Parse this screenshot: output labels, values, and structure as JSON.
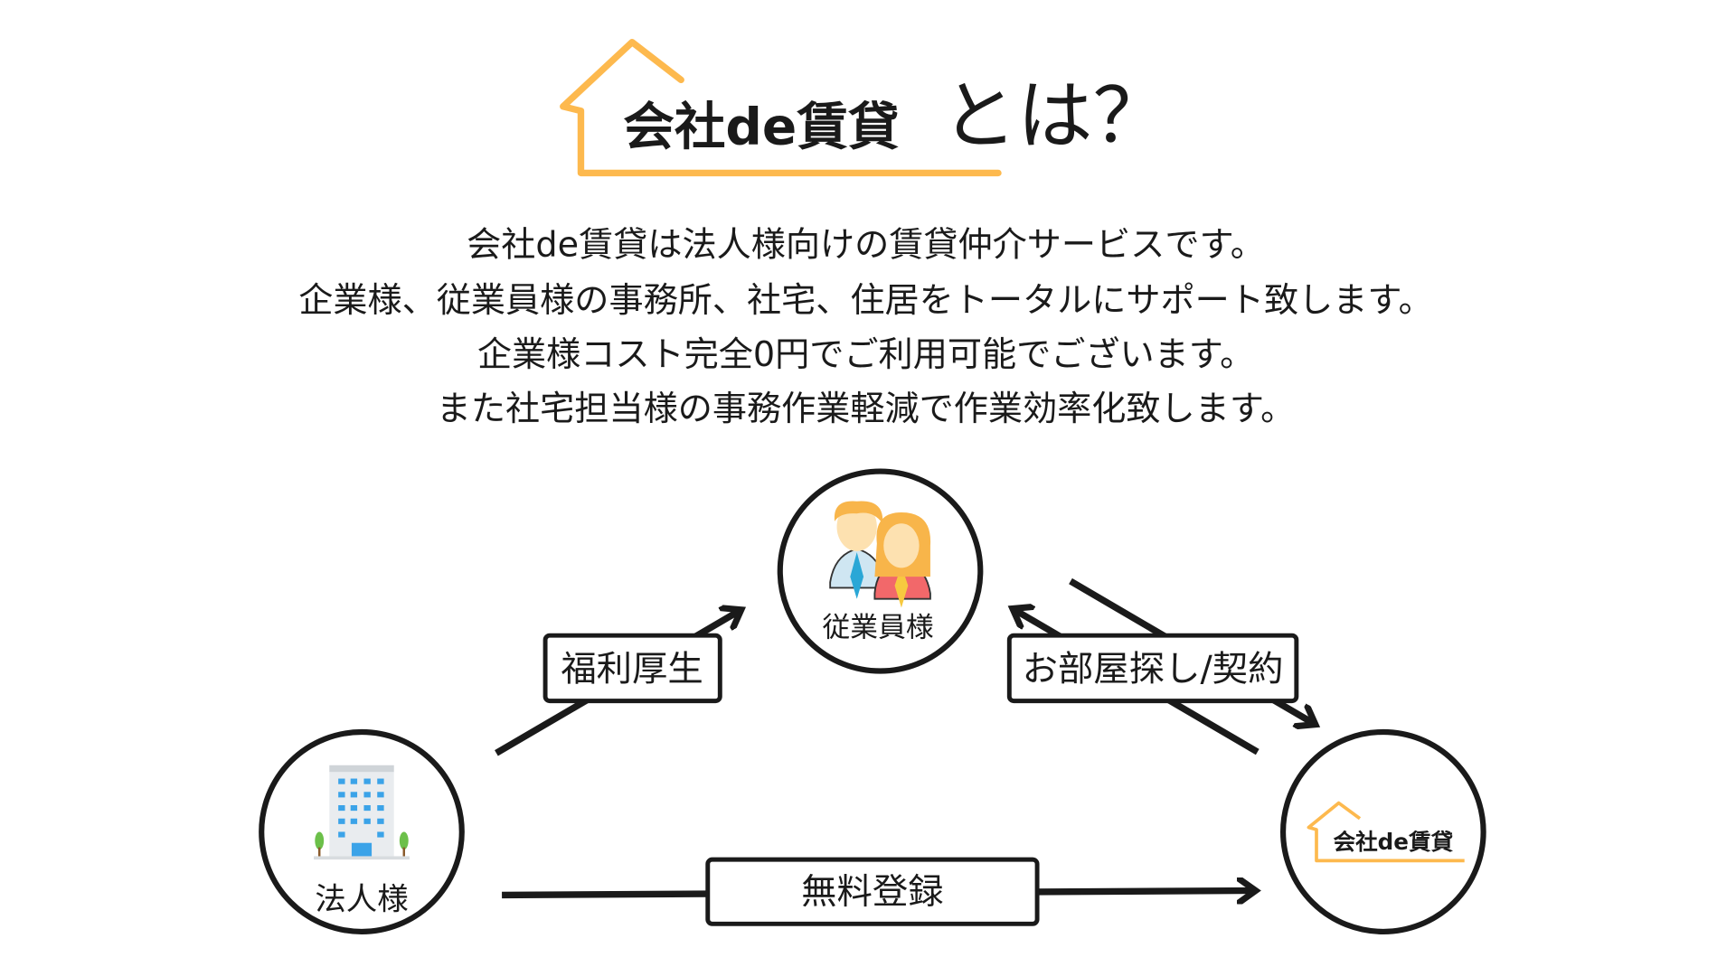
{
  "header": {
    "logo_text": "会社de賃貸",
    "title_suffix": "とは？"
  },
  "intro": {
    "lines": [
      "会社de賃貸は法人様向けの賃貸仲介サービスです。",
      "企業様、従業員様の事務所、社宅、住居をトータルにサポート致します。",
      "企業様コスト完全0円でご利用可能でございます。",
      "また社宅担当様の事務作業軽減で作業効率化致します。"
    ]
  },
  "diagram": {
    "nodes": {
      "employee": {
        "label": "従業員様",
        "icon": "people-icon"
      },
      "corporation": {
        "label": "法人様",
        "icon": "building-icon"
      },
      "service": {
        "logo_text": "会社de賃貸",
        "icon": "house-logo-icon"
      }
    },
    "flows": {
      "welfare": "福利厚生",
      "room_search": "お部屋探し/契約",
      "free_registration": "無料登録"
    }
  },
  "colors": {
    "accent": "#FDB94E",
    "ink": "#1a1a1a"
  }
}
